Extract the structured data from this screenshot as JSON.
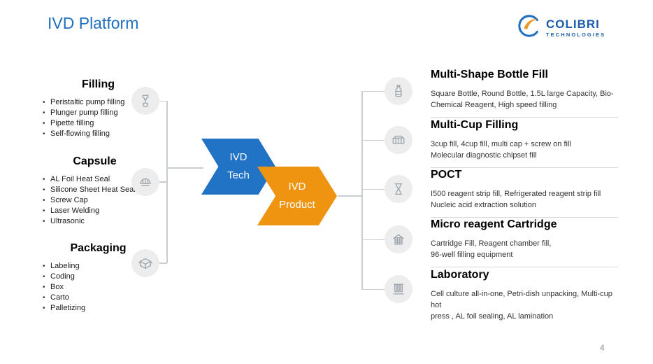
{
  "slide": {
    "title": "IVD Platform",
    "page_number": "4"
  },
  "logo": {
    "brand": "COLIBRI",
    "sub_brand": "TECHNOLOGIES"
  },
  "colors": {
    "title_blue": "#1F6EC0",
    "tech_arrow_blue": "#2173C5",
    "product_arrow_orange": "#EE9411",
    "logo_blue": "#1A5DA8",
    "logo_orange": "#F0941A",
    "icon_circle_gray": "#EDEDED",
    "connector_line_gray": "#C9CED3"
  },
  "left_groups": [
    {
      "title": "Filling",
      "icon": "filling-machine-icon",
      "items": [
        "Peristaltic pump filling",
        "Plunger pump filling",
        "Pipette filling",
        "Self-flowing filling"
      ]
    },
    {
      "title": "Capsule",
      "icon": "capsule-icon",
      "items": [
        "AL Foil Heat Seal",
        "Silicone Sheet Heat Seal",
        "Screw Cap",
        "Laser Welding",
        "Ultrasonic"
      ]
    },
    {
      "title": "Packaging",
      "icon": "packaging-box-icon",
      "items": [
        "Labeling",
        "Coding",
        "Box",
        "Carto",
        "Palletizing"
      ]
    }
  ],
  "center": {
    "tech": {
      "line1": "IVD",
      "line2": "Tech"
    },
    "product": {
      "line1": "IVD",
      "line2": "Product"
    }
  },
  "right_items": [
    {
      "title": "Multi-Shape Bottle Fill",
      "icon": "bottle-icon",
      "description": "Square Bottle, Round Bottle, 1.5L large Capacity, Bio-\nChemical Reagent, High speed filling"
    },
    {
      "title": "Multi-Cup Filling",
      "icon": "multi-cup-tray-icon",
      "description": "3cup fill, 4cup fill, multi cap + screw on fill\nMolecular diagnostic chipset fill"
    },
    {
      "title": "POCT",
      "icon": "hourglass-strip-icon",
      "description": "I500 reagent strip fill, Refrigerated reagent strip fill\nNucleic acid extraction solution"
    },
    {
      "title": "Micro reagent Cartridge",
      "icon": "cartridge-chamber-icon",
      "description": "Cartridge Fill, Reagent chamber fill,\n96-well filling equipment"
    },
    {
      "title": "Laboratory",
      "icon": "test-tubes-icon",
      "description": "Cell culture all-in-one, Petri-dish unpacking, Multi-cup hot\npress , AL foil sealing, AL lamination"
    }
  ]
}
